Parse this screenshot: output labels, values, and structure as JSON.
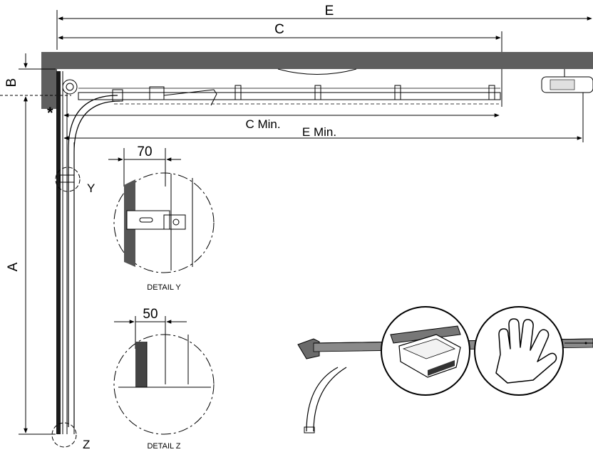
{
  "dimensions": {
    "E": "E",
    "C": "C",
    "B": "B",
    "A": "A",
    "c_min": "C Min.",
    "e_min": "E Min.",
    "asterisk": "*"
  },
  "details": {
    "y_marker": "Y",
    "z_marker": "Z",
    "y_title": "DETAIL Y",
    "z_title": "DETAIL Z",
    "y_measure": "70",
    "z_measure": "50"
  },
  "icons": {
    "opener": "garage-door-opener-icon",
    "hand": "hand-icon"
  }
}
